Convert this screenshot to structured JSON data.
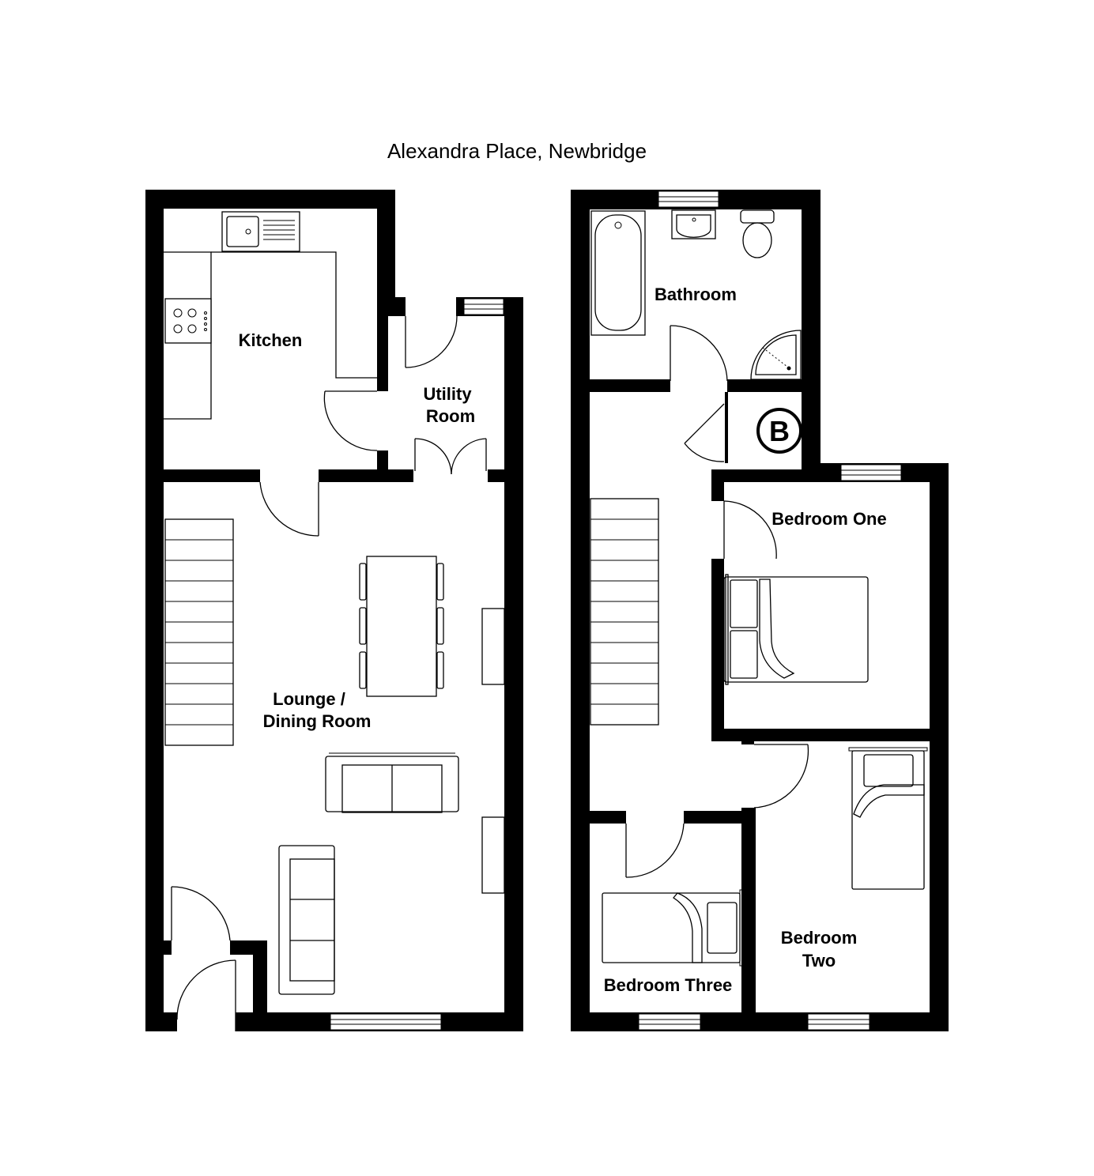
{
  "title": "Alexandra Place, Newbridge",
  "rooms": {
    "kitchen": "Kitchen",
    "utility": [
      "Utility",
      "Room"
    ],
    "lounge": [
      "Lounge /",
      "Dining Room"
    ],
    "bathroom": "Bathroom",
    "boiler": "B",
    "bedroom_one": "Bedroom One",
    "bedroom_two": [
      "Bedroom",
      "Two"
    ],
    "bedroom_three": "Bedroom Three"
  }
}
